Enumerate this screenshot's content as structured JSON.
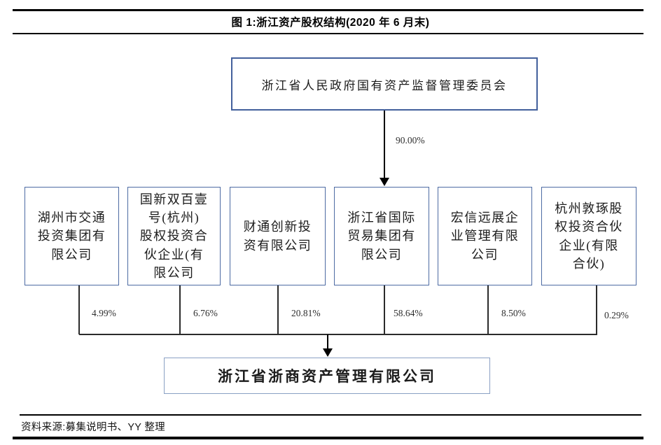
{
  "figure": {
    "title": "图 1:浙江资产股权结构(2020 年 6 月末)",
    "source_note": "资料来源:募集说明书、YY 整理"
  },
  "org_chart": {
    "type": "equity-structure-diagram",
    "controller": {
      "name": "浙江省人民政府国有资产监督管理委员会",
      "stake_label": "90.00%",
      "stake_target": "浙江省国际贸易集团有限公司"
    },
    "shareholders": [
      {
        "name": "湖州市交通投资集团有限公司",
        "lines": [
          "湖州市交通",
          "投资集团有",
          "限公司"
        ],
        "stake": "4.99%"
      },
      {
        "name": "国新双百壹号(杭州)股权投资合伙企业(有限公司",
        "lines": [
          "国新双百壹",
          "号(杭州)",
          "股权投资合",
          "伙企业(有",
          "限公司"
        ],
        "stake": "6.76%"
      },
      {
        "name": "财通创新投资有限公司",
        "lines": [
          "财通创新投",
          "资有限公司"
        ],
        "stake": "20.81%"
      },
      {
        "name": "浙江省国际贸易集团有限公司",
        "lines": [
          "浙江省国际",
          "贸易集团有",
          "限公司"
        ],
        "stake": "58.64%"
      },
      {
        "name": "宏信远展企业管理有限公司",
        "lines": [
          "宏信远展企",
          "业管理有限",
          "公司"
        ],
        "stake": "8.50%"
      },
      {
        "name": "杭州敦琢股权投资合伙企业(有限合伙)",
        "lines": [
          "杭州敦琢股",
          "权投资合伙",
          "企业(有限",
          "合伙)"
        ],
        "stake": "0.29%"
      }
    ],
    "subject_company": {
      "name": "浙江省浙商资产管理有限公司"
    },
    "colors": {
      "box_border": "#4d6ba3",
      "root_box_border": "#43609c",
      "subject_box_border": "#8aa0c4",
      "connector_line": "#000000"
    }
  }
}
